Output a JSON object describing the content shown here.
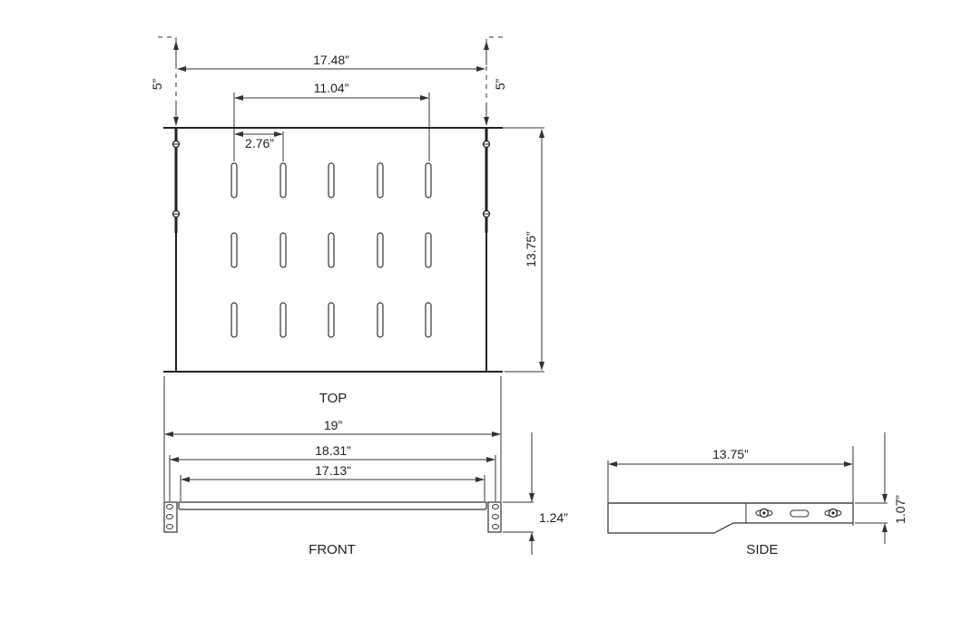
{
  "drawing": {
    "subject": "Rack shelf dimension drawing",
    "views": {
      "top": {
        "label": "TOP",
        "dimensions": {
          "rail_spacing": "17.48”",
          "slot_span": "11.04”",
          "slot_pitch": "2.76”",
          "depth": "13.75”",
          "left_offset": "5”",
          "right_offset": "5”"
        },
        "slot_grid": {
          "columns": 5,
          "rows": 3
        }
      },
      "front": {
        "label": "FRONT",
        "dimensions": {
          "overall_width": "19”",
          "hole_spacing": "18.31”",
          "inner_width": "17.13”",
          "height": "1.24”"
        }
      },
      "side": {
        "label": "SIDE",
        "dimensions": {
          "depth": "13.75”",
          "height": "1.07”"
        }
      }
    },
    "colors": {
      "line": "#333333",
      "text": "#222222",
      "background": "#ffffff"
    }
  }
}
